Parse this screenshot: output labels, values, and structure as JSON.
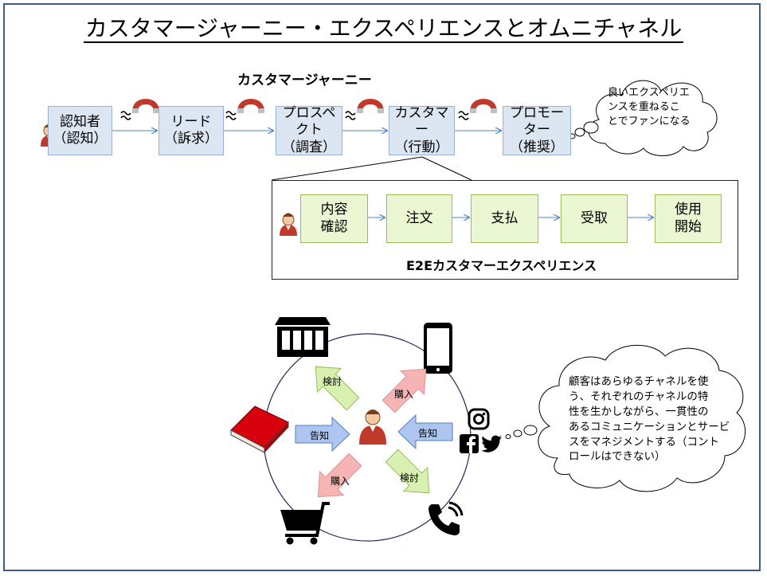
{
  "title": "カスタマージャーニー・エクスペリエンスとオムニチャネル",
  "journey": {
    "heading": "カスタマージャーニー",
    "stages": [
      {
        "label": "認知者\n（認知）"
      },
      {
        "label": "リード\n（訴求）"
      },
      {
        "label": "プロスペクト\n（調査）"
      },
      {
        "label": "カスタマー\n（行動）"
      },
      {
        "label": "プロモーター\n（推奨）"
      }
    ],
    "cloud_text": "良いエクスペリエ\nンスを重ねるこ\nとでファンになる"
  },
  "e2e": {
    "label": "E2Eカスタマーエクスペリエンス",
    "steps": [
      {
        "label": "内容\n確認"
      },
      {
        "label": "注文"
      },
      {
        "label": "支払"
      },
      {
        "label": "受取"
      },
      {
        "label": "使用\n開始"
      }
    ]
  },
  "omni": {
    "arrows": {
      "store": "検討",
      "mobile": "購入",
      "book": "告知",
      "social": "告知",
      "cart": "購入",
      "phone": "検討"
    },
    "cloud_text": "顧客はあらゆるチャネルを使\nう、それぞれのチャネルの特\n性を生かしながら、一貫性の\nあるコミュニケーションとサービ\nスをマネジメントする（コント\nロールはできない）"
  },
  "colors": {
    "frame": "#3f5b86",
    "stage_fill": "#dce6f2",
    "stage_border": "#95b3d7",
    "step_fill": "#ebf7d2",
    "step_border": "#9bbb59",
    "arrow_blue": "#aec6ef",
    "arrow_green": "#d8f0b0",
    "arrow_red": "#f6b4b4",
    "person_red": "#c0392b"
  },
  "icons": [
    "magnet-icon",
    "person-icon",
    "store-icon",
    "smartphone-icon",
    "book-icon",
    "instagram-icon",
    "facebook-icon",
    "twitter-icon",
    "cart-icon",
    "phone-icon"
  ]
}
